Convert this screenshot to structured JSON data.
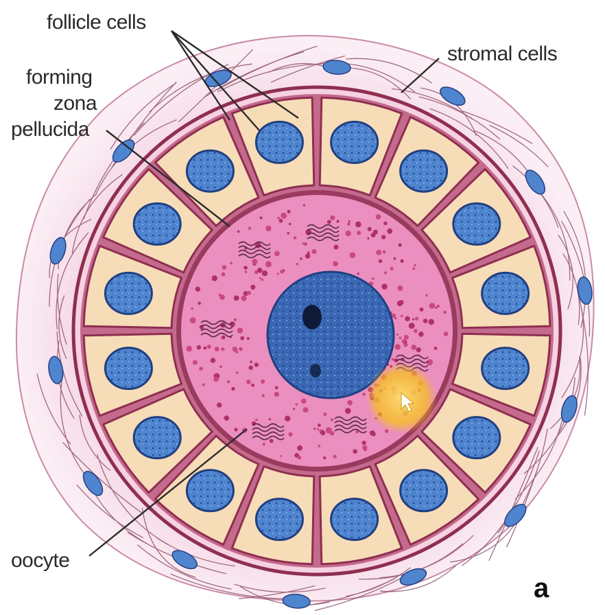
{
  "labels": {
    "follicle_cells": "follicle cells",
    "stromal_cells": "stromal cells",
    "forming_zona_1": "forming",
    "forming_zona_2": "zona",
    "forming_zona_3": "pellucida",
    "oocyte": "oocyte",
    "panel": "a"
  },
  "colors": {
    "background": "#ffffff",
    "stroma": "#f3cfe0",
    "membrane": "#8e2f50",
    "follicle_cell": "#f7dcb8",
    "nucleus": "#4f84cf",
    "cytoplasm": "#ea8fc0",
    "oocyte_nucleus": "#3b68b5",
    "highlight": "#f7c21a"
  },
  "follicle_cell_count": 16
}
